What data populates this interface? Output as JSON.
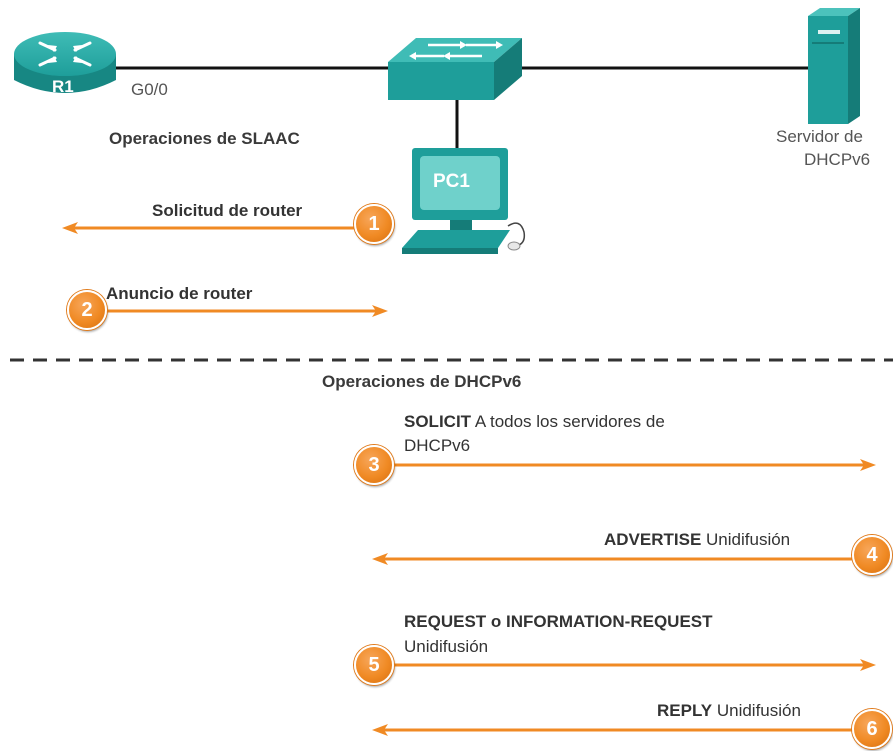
{
  "colors": {
    "device_teal": "#1e9e9a",
    "arrow_orange": "#f08a24",
    "dashed_divider": "#333333",
    "link_black": "#111111"
  },
  "devices": {
    "router": {
      "label": "R1",
      "icon": "router-icon"
    },
    "router_interface": "G0/0",
    "switch": {
      "icon": "switch-icon"
    },
    "pc": {
      "label": "PC1",
      "icon": "pc-icon"
    },
    "server": {
      "label_line1": "Servidor de",
      "label_line2": "DHCPv6",
      "icon": "server-icon"
    }
  },
  "slaac": {
    "heading": "Operaciones de SLAAC",
    "steps": [
      {
        "number": "1",
        "label": "Solicitud de router",
        "direction": "left"
      },
      {
        "number": "2",
        "label": "Anuncio de router",
        "direction": "right"
      }
    ]
  },
  "dhcpv6": {
    "heading": "Operaciones de DHCPv6",
    "steps": [
      {
        "number": "3",
        "label_bold": "SOLICIT",
        "label_rest": " A todos los servidores de",
        "label_line2": "DHCPv6",
        "direction": "right"
      },
      {
        "number": "4",
        "label_bold": "ADVERTISE",
        "label_rest": " Unidifusión",
        "direction": "left"
      },
      {
        "number": "5",
        "label_bold": "REQUEST o INFORMATION-REQUEST",
        "label_line2": "Unidifusión",
        "direction": "right"
      },
      {
        "number": "6",
        "label_bold": "REPLY",
        "label_rest": " Unidifusión",
        "direction": "left"
      }
    ]
  }
}
